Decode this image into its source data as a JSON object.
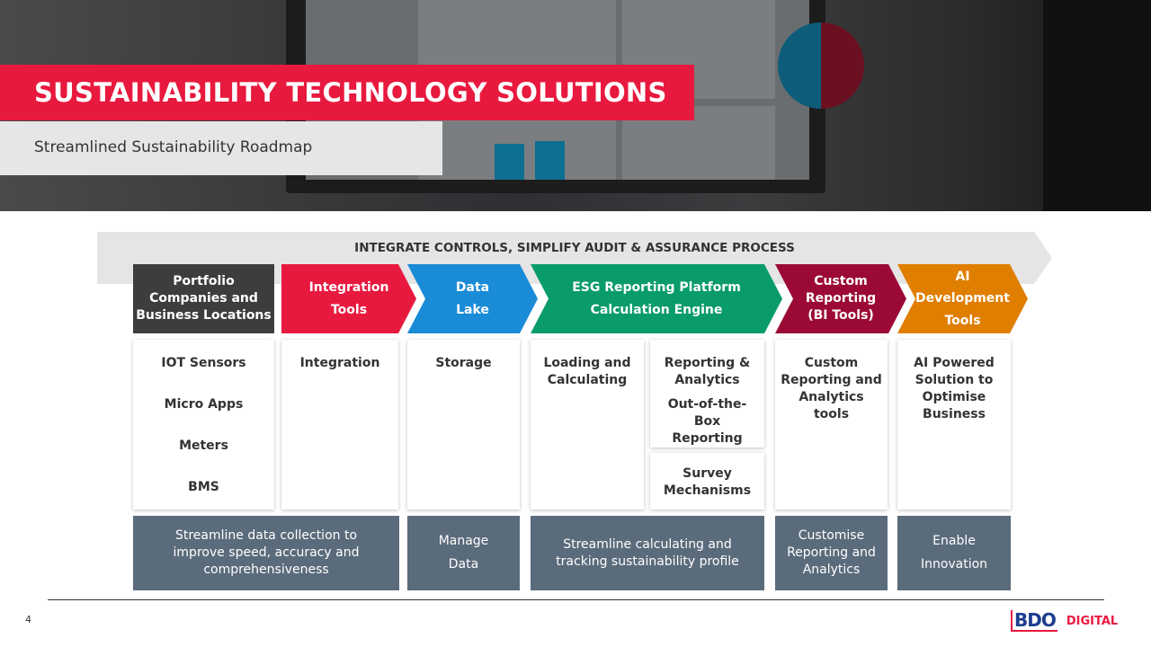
{
  "header": {
    "title": "SUSTAINABILITY TECHNOLOGY SOLUTIONS",
    "subtitle": "Streamlined Sustainability Roadmap"
  },
  "banner": "INTEGRATE CONTROLS, SIMPLIFY AUDIT & ASSURANCE PROCESS",
  "columns": [
    {
      "title": "Portfolio Companies and Business Locations",
      "color": "#3d3d3d"
    },
    {
      "title": "Integration Tools",
      "color": "#e8193e"
    },
    {
      "title": "Data Lake",
      "color": "#1a8bd6"
    },
    {
      "title": "ESG Reporting Platform Calculation Engine",
      "color": "#0a9b6b"
    },
    {
      "title": "Custom Reporting (BI Tools)",
      "color": "#9b0a35"
    },
    {
      "title": "AI Development Tools",
      "color": "#e07e00"
    }
  ],
  "boxes": {
    "portfolio": [
      "IOT Sensors",
      "Micro Apps",
      "Meters",
      "BMS"
    ],
    "integration": "Integration",
    "storage": "Storage",
    "loading": "Loading and Calculating",
    "reporting": [
      "Reporting & Analytics",
      "Out-of-the-Box Reporting"
    ],
    "survey": "Survey Mechanisms",
    "custom": "Custom Reporting and Analytics tools",
    "ai": "AI Powered Solution to Optimise Business"
  },
  "outcomes": [
    "Streamline data collection to improve speed, accuracy and comprehensiveness",
    "Manage Data",
    "Streamline calculating and tracking sustainability profile",
    "Customise Reporting and Analytics",
    "Enable Innovation"
  ],
  "footer": {
    "page": "4",
    "logo": "BDO",
    "logo_suffix": "DIGITAL"
  }
}
